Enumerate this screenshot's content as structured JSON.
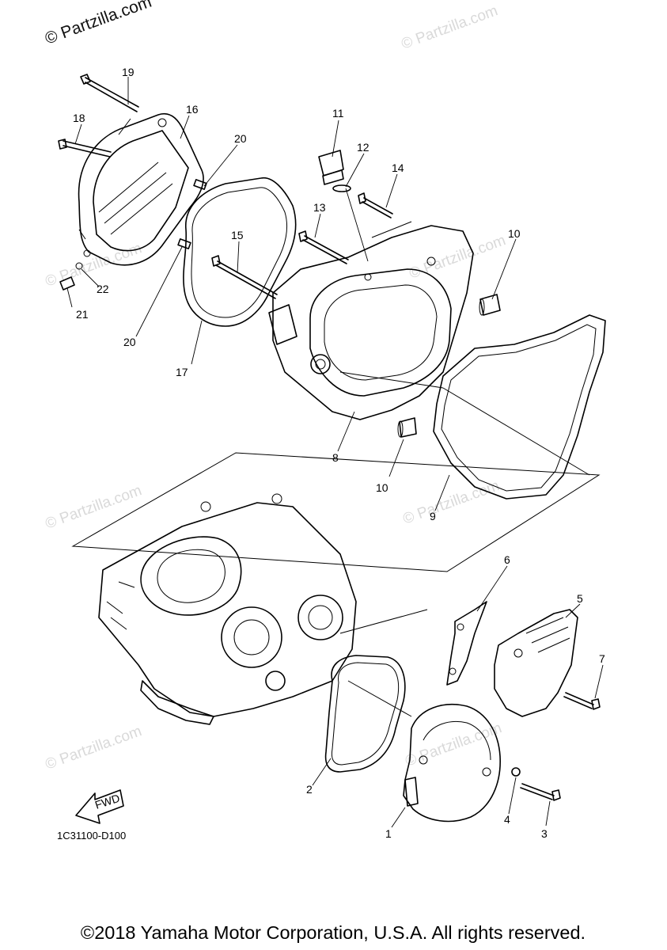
{
  "watermark_top": "© Partzilla.com",
  "watermark_faint": "© Partzilla.com",
  "diagram_code": "1C31100-D100",
  "fwd_label": "FWD",
  "copyright": "©2018 Yamaha Motor Corporation, U.S.A. All rights reserved.",
  "callouts": [
    {
      "num": "1"
    },
    {
      "num": "2"
    },
    {
      "num": "3"
    },
    {
      "num": "4"
    },
    {
      "num": "5"
    },
    {
      "num": "6"
    },
    {
      "num": "7"
    },
    {
      "num": "8"
    },
    {
      "num": "9"
    },
    {
      "num": "10"
    },
    {
      "num": "10"
    },
    {
      "num": "11"
    },
    {
      "num": "12"
    },
    {
      "num": "13"
    },
    {
      "num": "14"
    },
    {
      "num": "15"
    },
    {
      "num": "16"
    },
    {
      "num": "17"
    },
    {
      "num": "18"
    },
    {
      "num": "19"
    },
    {
      "num": "20"
    },
    {
      "num": "20"
    },
    {
      "num": "21"
    },
    {
      "num": "22"
    }
  ]
}
